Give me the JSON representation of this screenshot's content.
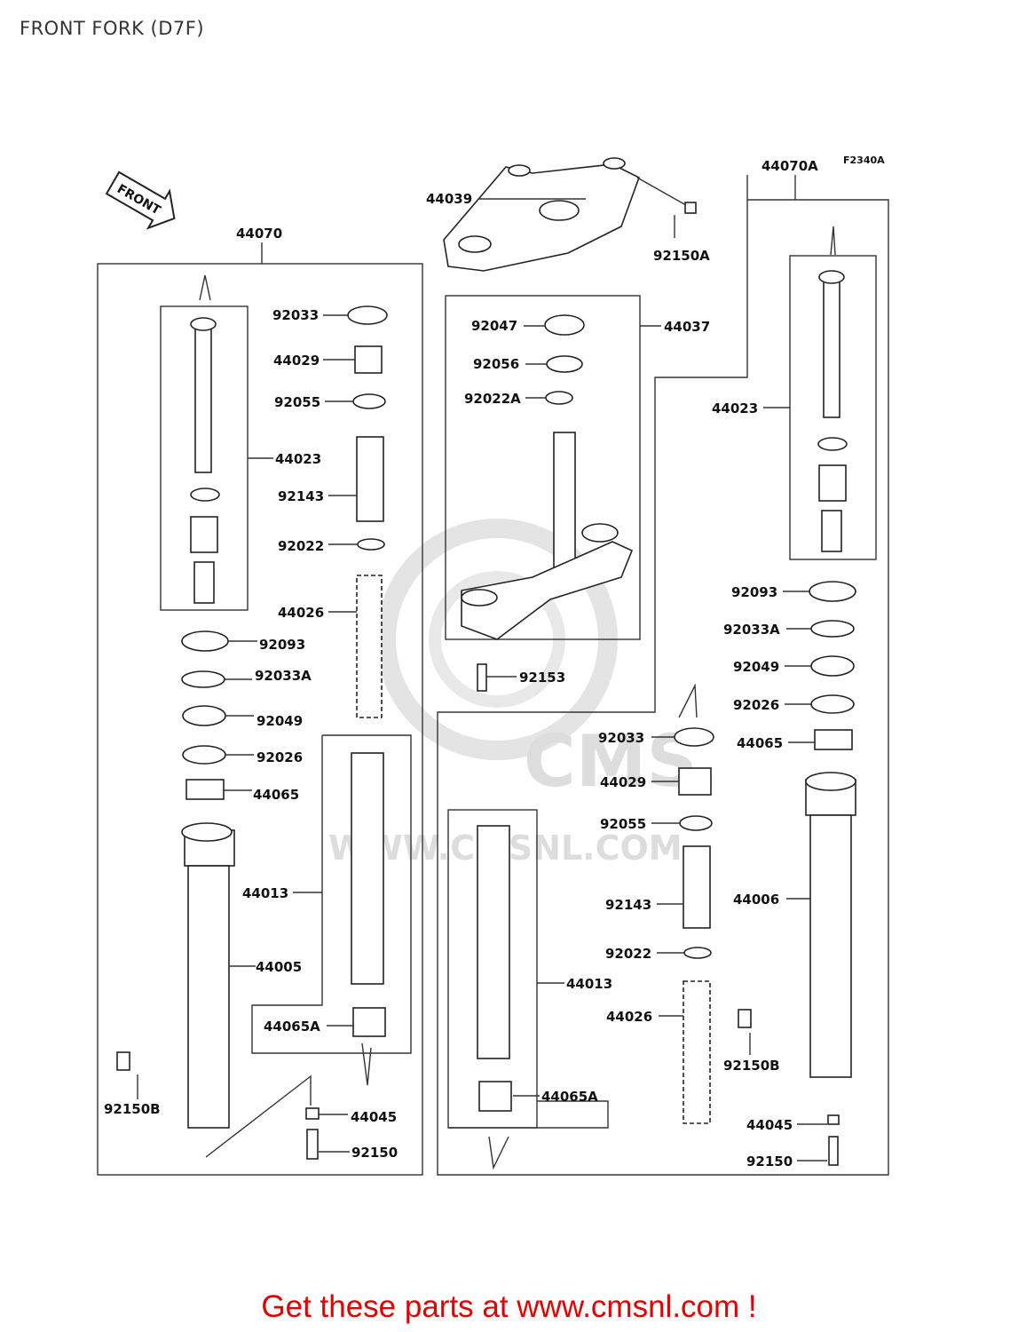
{
  "title": "FRONT FORK (D7F)",
  "ref_code": "F2340A",
  "front_badge": "FRONT",
  "watermark": {
    "brand": "CMS",
    "url": "WWW.CMSNL.COM"
  },
  "promo": "Get these parts at www.cmsnl.com !",
  "labels": {
    "l44070": "44070",
    "l44070A": "44070A",
    "l44039": "44039",
    "l92150A": "92150A",
    "l44037": "44037",
    "l92047": "92047",
    "l92056": "92056",
    "l92022A": "92022A",
    "l92153": "92153",
    "L92033": "92033",
    "L44029": "44029",
    "L92055": "92055",
    "L44023": "44023",
    "L92143": "92143",
    "L92022": "92022",
    "L44026": "44026",
    "L92093": "92093",
    "L92033A": "92033A",
    "L92049": "92049",
    "L92026": "92026",
    "L44065": "44065",
    "L44013": "44013",
    "L44005": "44005",
    "L44065A": "44065A",
    "L92150B": "92150B",
    "L44045": "44045",
    "L92150": "92150",
    "R44023": "44023",
    "R92093": "92093",
    "R92033A": "92033A",
    "R92049": "92049",
    "R92026": "92026",
    "R44065": "44065",
    "R92033": "92033",
    "R44029": "44029",
    "R92055": "92055",
    "R44006": "44006",
    "R92143": "92143",
    "R92022": "92022",
    "R44013": "44013",
    "R44026": "44026",
    "R92150B": "92150B",
    "R44065A": "44065A",
    "R44045": "44045",
    "R92150": "92150"
  }
}
